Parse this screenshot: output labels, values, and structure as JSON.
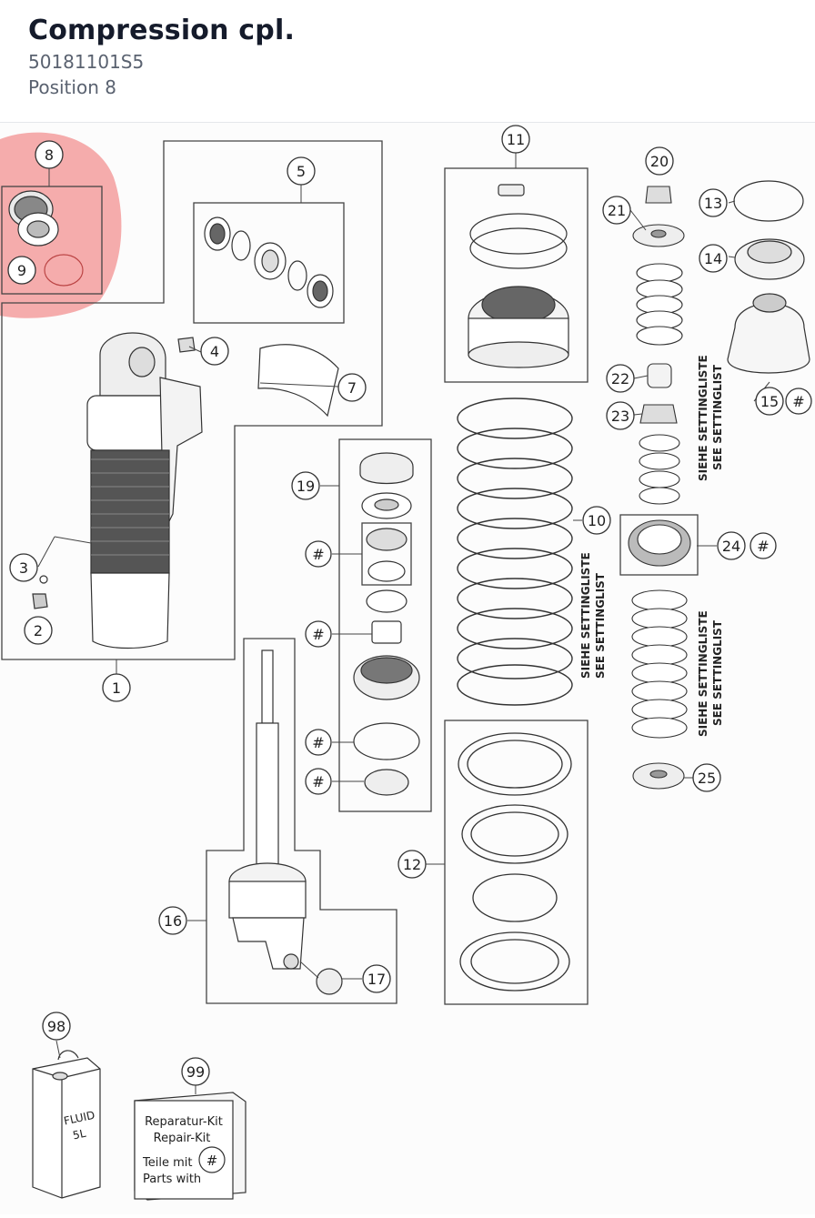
{
  "header": {
    "title": "Compression cpl.",
    "part_number": "50181101S5",
    "position": "Position 8"
  },
  "diagram": {
    "highlight_color": "#f48a8a",
    "callouts": [
      "8",
      "9",
      "5",
      "1",
      "2",
      "3",
      "4",
      "7",
      "11",
      "20",
      "21",
      "13",
      "14",
      "15",
      "22",
      "23",
      "24",
      "25",
      "10",
      "19",
      "12",
      "16",
      "17",
      "98",
      "99"
    ],
    "hash_marker": "#",
    "setting_note_de": "SIEHE SETTINGLISTE",
    "setting_note_en": "SEE SETTINGLIST",
    "fluid_can_line1": "FLUID",
    "fluid_can_line2": "5L",
    "kit_line1": "Reparatur-Kit",
    "kit_line2": "Repair-Kit",
    "kit_line3": "Teile mit",
    "kit_line4": "Parts with"
  }
}
